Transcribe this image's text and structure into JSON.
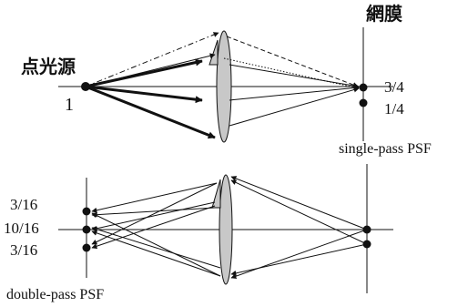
{
  "labels": {
    "point_source": "点光源",
    "source_number": "1",
    "retina": "網膜",
    "single_pass_top": "3/4",
    "single_pass_bottom": "1/4",
    "single_pass_psf": "single-pass PSF",
    "double_pass_top": "3/16",
    "double_pass_middle": "10/16",
    "double_pass_bottom": "3/16",
    "double_pass_psf": "double-pass PSF"
  },
  "colors": {
    "ink": "#111111",
    "lens_fill": "#c8c8c8",
    "background": "#ffffff"
  }
}
